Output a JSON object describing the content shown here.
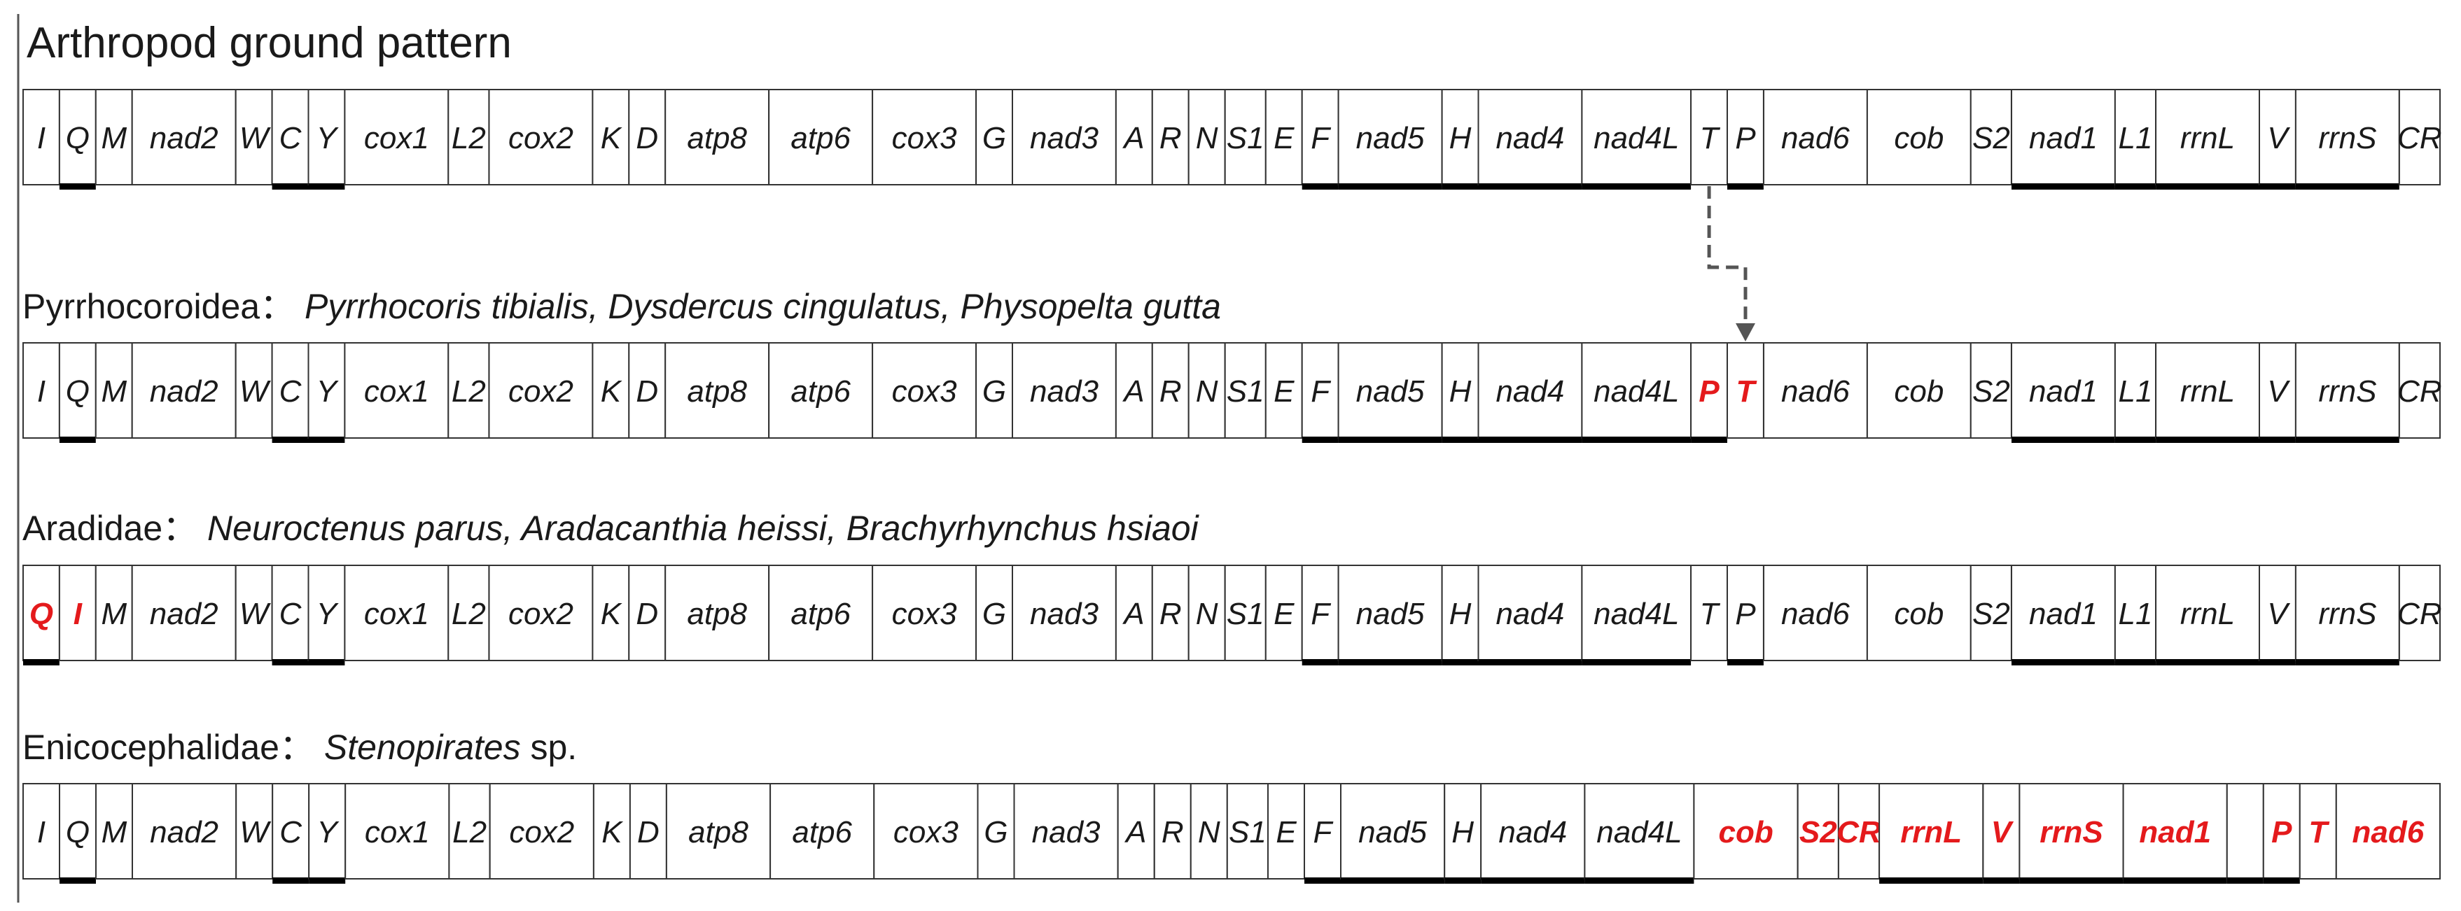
{
  "title": "Arthropod ground pattern",
  "colors": {
    "changed": "#e41a1c",
    "normal": "#1a1a1a",
    "arrow": "#555555"
  },
  "rows": [
    {
      "caption_group": "",
      "caption_species": [],
      "caption_suffix": "",
      "genes": [
        {
          "n": "I"
        },
        {
          "n": "Q",
          "u": true
        },
        {
          "n": "M"
        },
        {
          "n": "nad2"
        },
        {
          "n": "W"
        },
        {
          "n": "C",
          "u": true
        },
        {
          "n": "Y",
          "u": true
        },
        {
          "n": "cox1"
        },
        {
          "n": "L2"
        },
        {
          "n": "cox2"
        },
        {
          "n": "K"
        },
        {
          "n": "D"
        },
        {
          "n": "atp8"
        },
        {
          "n": "atp6"
        },
        {
          "n": "cox3"
        },
        {
          "n": "G"
        },
        {
          "n": "nad3"
        },
        {
          "n": "A"
        },
        {
          "n": "R"
        },
        {
          "n": "N"
        },
        {
          "n": "S1"
        },
        {
          "n": "E"
        },
        {
          "n": "F",
          "u": true
        },
        {
          "n": "nad5",
          "u": true
        },
        {
          "n": "H",
          "u": true
        },
        {
          "n": "nad4",
          "u": true
        },
        {
          "n": "nad4L",
          "u": true
        },
        {
          "n": "T"
        },
        {
          "n": "P",
          "u": true
        },
        {
          "n": "nad6"
        },
        {
          "n": "cob"
        },
        {
          "n": "S2"
        },
        {
          "n": "nad1",
          "u": true
        },
        {
          "n": "L1",
          "u": true
        },
        {
          "n": "rrnL",
          "u": true
        },
        {
          "n": "V",
          "u": true
        },
        {
          "n": "rrnS",
          "u": true
        },
        {
          "n": "CR"
        }
      ]
    },
    {
      "caption_group": "Pyrrhocoroidea：",
      "caption_species": [
        "Pyrrhocoris tibialis",
        "Dysdercus cingulatus",
        "Physopelta gutta"
      ],
      "caption_suffix": "",
      "genes": [
        {
          "n": "I"
        },
        {
          "n": "Q",
          "u": true
        },
        {
          "n": "M"
        },
        {
          "n": "nad2"
        },
        {
          "n": "W"
        },
        {
          "n": "C",
          "u": true
        },
        {
          "n": "Y",
          "u": true
        },
        {
          "n": "cox1"
        },
        {
          "n": "L2"
        },
        {
          "n": "cox2"
        },
        {
          "n": "K"
        },
        {
          "n": "D"
        },
        {
          "n": "atp8"
        },
        {
          "n": "atp6"
        },
        {
          "n": "cox3"
        },
        {
          "n": "G"
        },
        {
          "n": "nad3"
        },
        {
          "n": "A"
        },
        {
          "n": "R"
        },
        {
          "n": "N"
        },
        {
          "n": "S1"
        },
        {
          "n": "E"
        },
        {
          "n": "F",
          "u": true
        },
        {
          "n": "nad5",
          "u": true
        },
        {
          "n": "H",
          "u": true
        },
        {
          "n": "nad4",
          "u": true
        },
        {
          "n": "nad4L",
          "u": true
        },
        {
          "n": "P",
          "u": true,
          "c": true
        },
        {
          "n": "T",
          "c": true
        },
        {
          "n": "nad6"
        },
        {
          "n": "cob"
        },
        {
          "n": "S2"
        },
        {
          "n": "nad1",
          "u": true
        },
        {
          "n": "L1",
          "u": true
        },
        {
          "n": "rrnL",
          "u": true
        },
        {
          "n": "V",
          "u": true
        },
        {
          "n": "rrnS",
          "u": true
        },
        {
          "n": "CR"
        }
      ]
    },
    {
      "caption_group": "Aradidae：",
      "caption_species": [
        "Neuroctenus parus",
        "Aradacanthia heissi",
        "Brachyrhynchus hsiaoi"
      ],
      "caption_suffix": "",
      "genes": [
        {
          "n": "Q",
          "u": true,
          "c": true
        },
        {
          "n": "I",
          "c": true
        },
        {
          "n": "M"
        },
        {
          "n": "nad2"
        },
        {
          "n": "W"
        },
        {
          "n": "C",
          "u": true
        },
        {
          "n": "Y",
          "u": true
        },
        {
          "n": "cox1"
        },
        {
          "n": "L2"
        },
        {
          "n": "cox2"
        },
        {
          "n": "K"
        },
        {
          "n": "D"
        },
        {
          "n": "atp8"
        },
        {
          "n": "atp6"
        },
        {
          "n": "cox3"
        },
        {
          "n": "G"
        },
        {
          "n": "nad3"
        },
        {
          "n": "A"
        },
        {
          "n": "R"
        },
        {
          "n": "N"
        },
        {
          "n": "S1"
        },
        {
          "n": "E"
        },
        {
          "n": "F",
          "u": true
        },
        {
          "n": "nad5",
          "u": true
        },
        {
          "n": "H",
          "u": true
        },
        {
          "n": "nad4",
          "u": true
        },
        {
          "n": "nad4L",
          "u": true
        },
        {
          "n": "T"
        },
        {
          "n": "P",
          "u": true
        },
        {
          "n": "nad6"
        },
        {
          "n": "cob"
        },
        {
          "n": "S2"
        },
        {
          "n": "nad1",
          "u": true
        },
        {
          "n": "L1",
          "u": true
        },
        {
          "n": "rrnL",
          "u": true
        },
        {
          "n": "V",
          "u": true
        },
        {
          "n": "rrnS",
          "u": true
        },
        {
          "n": "CR"
        }
      ]
    },
    {
      "caption_group": "Enicocephalidae：",
      "caption_species": [
        "Stenopirates"
      ],
      "caption_suffix": "sp.",
      "genes": [
        {
          "n": "I"
        },
        {
          "n": "Q",
          "u": true
        },
        {
          "n": "M"
        },
        {
          "n": "nad2"
        },
        {
          "n": "W"
        },
        {
          "n": "C",
          "u": true
        },
        {
          "n": "Y",
          "u": true
        },
        {
          "n": "cox1"
        },
        {
          "n": "L2"
        },
        {
          "n": "cox2"
        },
        {
          "n": "K"
        },
        {
          "n": "D"
        },
        {
          "n": "atp8"
        },
        {
          "n": "atp6"
        },
        {
          "n": "cox3"
        },
        {
          "n": "G"
        },
        {
          "n": "nad3"
        },
        {
          "n": "A"
        },
        {
          "n": "R"
        },
        {
          "n": "N"
        },
        {
          "n": "S1"
        },
        {
          "n": "E"
        },
        {
          "n": "F",
          "u": true
        },
        {
          "n": "nad5",
          "u": true
        },
        {
          "n": "H",
          "u": true
        },
        {
          "n": "nad4",
          "u": true
        },
        {
          "n": "nad4L",
          "u": true
        },
        {
          "n": "cob",
          "c": true
        },
        {
          "n": "S2",
          "c": true
        },
        {
          "n": "CR",
          "c": true
        },
        {
          "n": "rrnL",
          "u": true,
          "c": true
        },
        {
          "n": "V",
          "u": true,
          "c": true
        },
        {
          "n": "rrnS",
          "u": true,
          "c": true
        },
        {
          "n": "nad1",
          "u": true,
          "c": true
        },
        {
          "n": "",
          "u": true
        },
        {
          "n": "P",
          "u": true,
          "c": true
        },
        {
          "n": "T",
          "c": true
        },
        {
          "n": "nad6",
          "c": true
        }
      ]
    }
  ]
}
